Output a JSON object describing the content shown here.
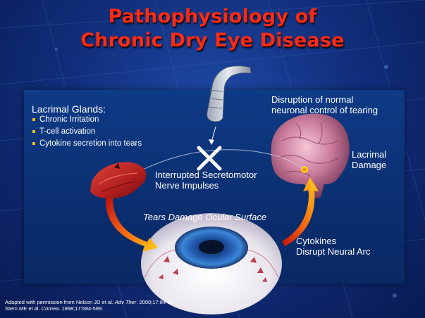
{
  "title": {
    "line1": "Pathophysiology of",
    "line2": "Chronic Dry Eye Disease"
  },
  "lacrimal_glands": {
    "heading": "Lacrimal Glands:",
    "bullets": [
      "Chronic Irritation",
      "T-cell activation",
      "Cytokine secretion into tears"
    ]
  },
  "labels": {
    "disruption_line1": "Disruption of normal",
    "disruption_line2": "neuronal control of tearing",
    "interrupted_line1": "Interrupted Secretomotor",
    "interrupted_line2": "Nerve Impulses",
    "lacrimal_damage_line1": "Lacrimal",
    "lacrimal_damage_line2": "Damage",
    "tears_damage": "Tears Damage Ocular Surface",
    "cytokines_line1": "Cytokines",
    "cytokines_line2": "Disrupt Neural Arc"
  },
  "citation": {
    "line1_prefix": "Adapted with permission from Nelson JD et al. ",
    "line1_journal": "Adv Ther",
    "line1_suffix": ". 2000;17:84-93.",
    "line2_prefix": "Stern ME et al. ",
    "line2_journal": "Cornea",
    "line2_suffix": ". 1998;17:584-589."
  },
  "colors": {
    "title": "#ff2a12",
    "background": "#12307f",
    "bullet": "#f2c21a"
  }
}
